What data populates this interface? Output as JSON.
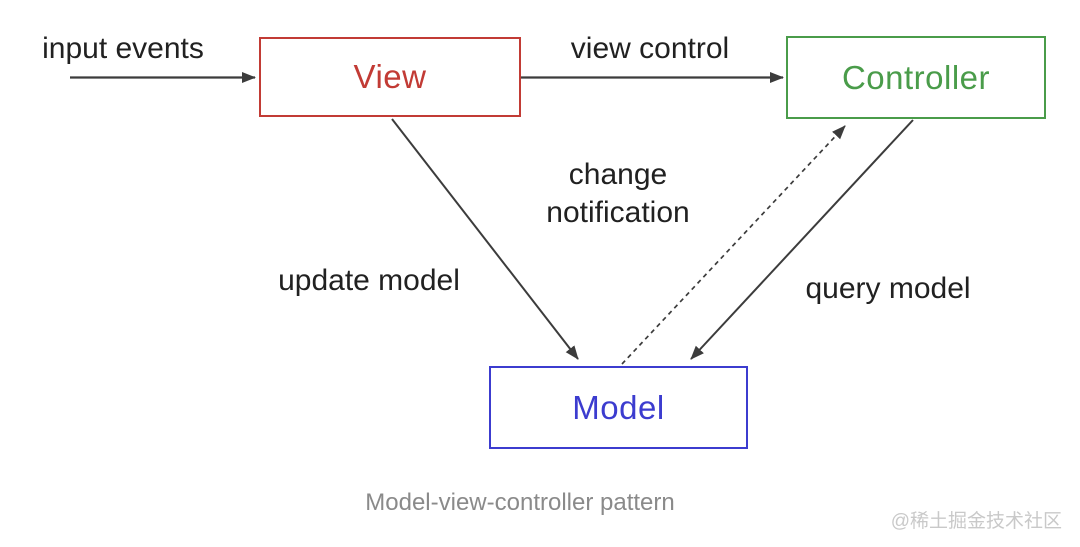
{
  "diagram": {
    "caption": "Model-view-controller pattern",
    "watermark": "@稀土掘金技术社区",
    "colors": {
      "arrow": "#3c3c3c",
      "label_text": "#212121",
      "caption_text": "#8a8a8a",
      "watermark_text": "#c9c9c9",
      "background": "#ffffff"
    },
    "nodes": [
      {
        "id": "view",
        "label": "View",
        "color": "#c23b35"
      },
      {
        "id": "controller",
        "label": "Controller",
        "color": "#4a9c4a"
      },
      {
        "id": "model",
        "label": "Model",
        "color": "#3c3ccf"
      }
    ],
    "edges": [
      {
        "id": "input-events",
        "label": "input events",
        "from": "user",
        "to": "view",
        "style": "solid"
      },
      {
        "id": "view-control",
        "label": "view control",
        "from": "view",
        "to": "controller",
        "style": "solid"
      },
      {
        "id": "update-model",
        "label": "update model",
        "from": "view",
        "to": "model",
        "style": "solid"
      },
      {
        "id": "change-notification",
        "label": "change notification",
        "from": "model",
        "to": "controller",
        "style": "dashed"
      },
      {
        "id": "query-model",
        "label": "query model",
        "from": "controller",
        "to": "model",
        "style": "solid"
      }
    ]
  }
}
